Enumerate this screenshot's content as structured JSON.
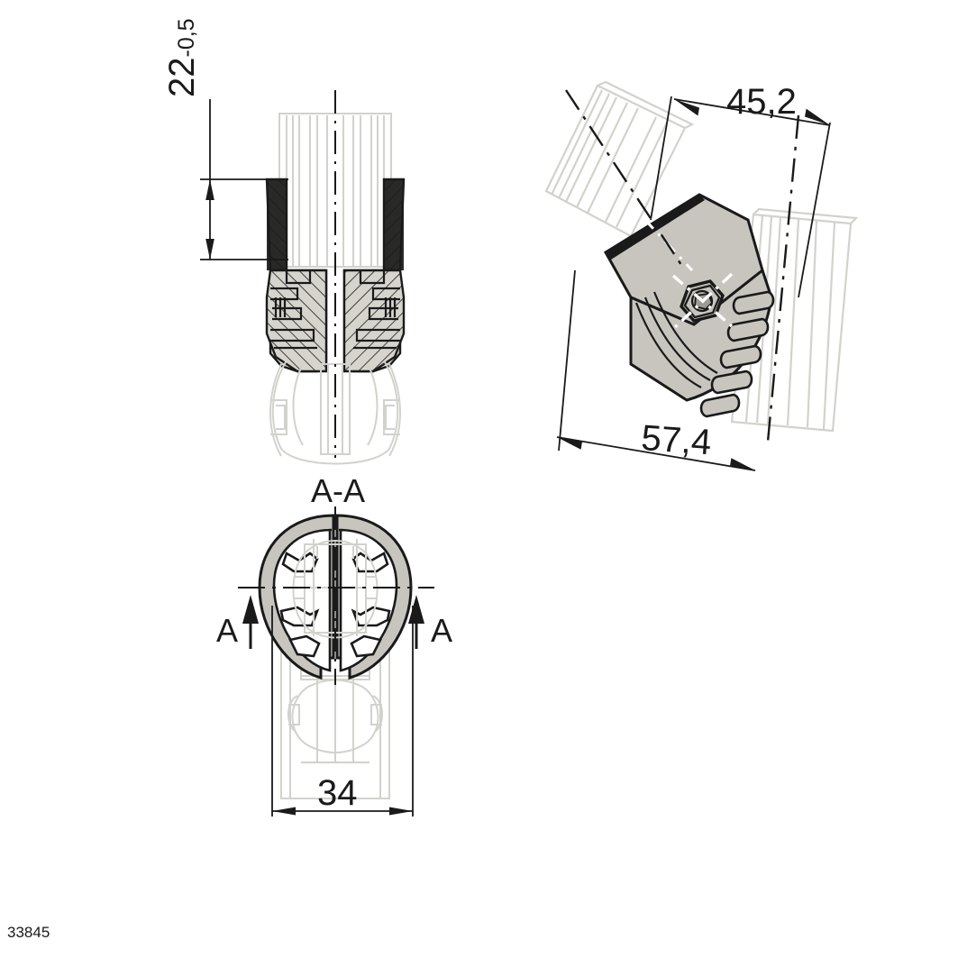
{
  "drawing": {
    "part_number": "33845",
    "type": "technical-engineering-drawing",
    "units": "mm",
    "decimal_separator": ",",
    "views": [
      {
        "name": "sectional-elevation",
        "label": "",
        "position": "top-left"
      },
      {
        "name": "section-a-a",
        "label": "A-A",
        "position": "bottom-left"
      },
      {
        "name": "isometric-assembly",
        "label": "",
        "position": "right"
      }
    ]
  },
  "dimensions": {
    "height": {
      "value": "22",
      "tolerance": "-0,5",
      "orientation": "vertical",
      "view": "sectional-elevation"
    },
    "width": {
      "value": "34",
      "orientation": "horizontal",
      "view": "section-a-a"
    },
    "length_upper": {
      "value": "45,2",
      "orientation": "angled",
      "view": "isometric-assembly"
    },
    "length_lower": {
      "value": "57,4",
      "orientation": "angled",
      "view": "isometric-assembly"
    }
  },
  "section_marks": {
    "label": "A-A",
    "arrow_left": "A",
    "arrow_right": "A",
    "direction": "up"
  },
  "colors": {
    "line": "#1a1a1a",
    "hatch_fill": "#d6d4cc",
    "body_fill": "#c7c5be",
    "ghost_line": "#d2d2cd",
    "background": "#ffffff"
  }
}
